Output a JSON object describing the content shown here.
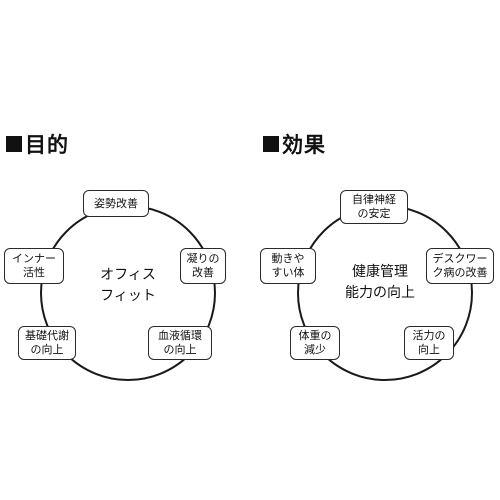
{
  "left_section": {
    "heading": "目的",
    "center": "オフィス\nフィット",
    "nodes": {
      "posture": "姿勢改善",
      "stiffness": "凝りの\n改善",
      "blood": "血液循環\nの向上",
      "metabolism": "基礎代謝\nの向上",
      "inner": "インナー\n活性"
    }
  },
  "right_section": {
    "heading": "効果",
    "center": "健康管理\n能力の向上",
    "nodes": {
      "autonomic": "自律神経\nの安定",
      "desk": "デスクワー\nク病の改善",
      "vitality": "活力の\n向上",
      "weight": "体重の\n減少",
      "mobility": "動きや\nすい体"
    }
  }
}
